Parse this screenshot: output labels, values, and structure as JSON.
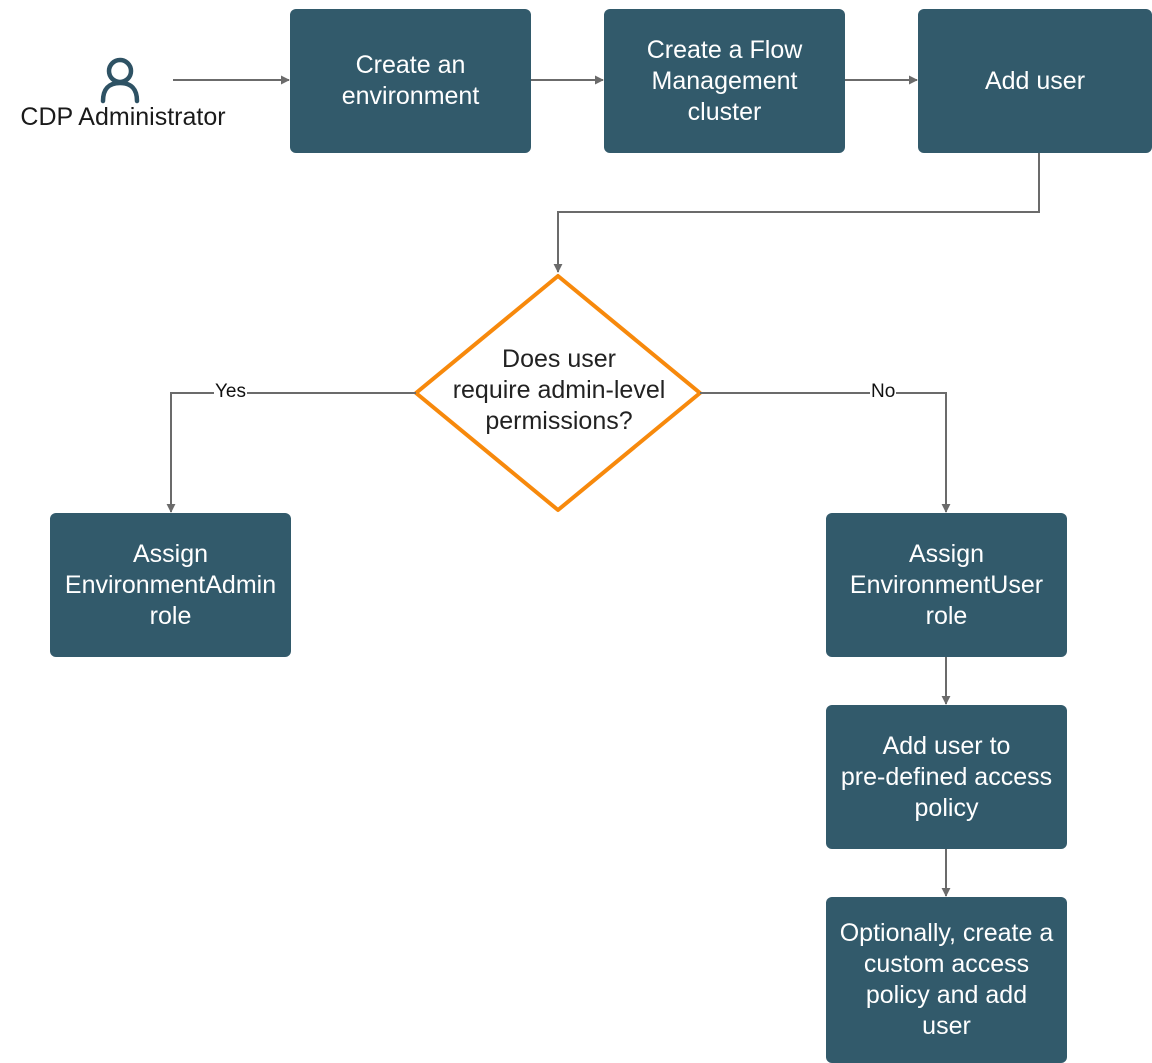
{
  "actor": {
    "label": "CDP Administrator",
    "icon": "person-icon"
  },
  "steps": {
    "create_environment": "Create an\nenvironment",
    "create_cluster": "Create a Flow\nManagement\ncluster",
    "add_user": "Add user",
    "assign_admin": "Assign\nEnvironmentAdmin\nrole",
    "assign_user": "Assign\nEnvironmentUser\nrole",
    "add_to_policy": "Add user to\npre-defined access\npolicy",
    "custom_policy": "Optionally, create a\ncustom access\npolicy and add\nuser"
  },
  "decision": {
    "text": "Does user\nrequire admin-level\npermissions?"
  },
  "edges": {
    "yes_label": "Yes",
    "no_label": "No"
  },
  "colors": {
    "box_fill": "#325a6b",
    "box_text": "#ffffff",
    "decision_border": "#f7890c",
    "connector": "#6b6b6b",
    "actor_icon": "#2e5264"
  }
}
